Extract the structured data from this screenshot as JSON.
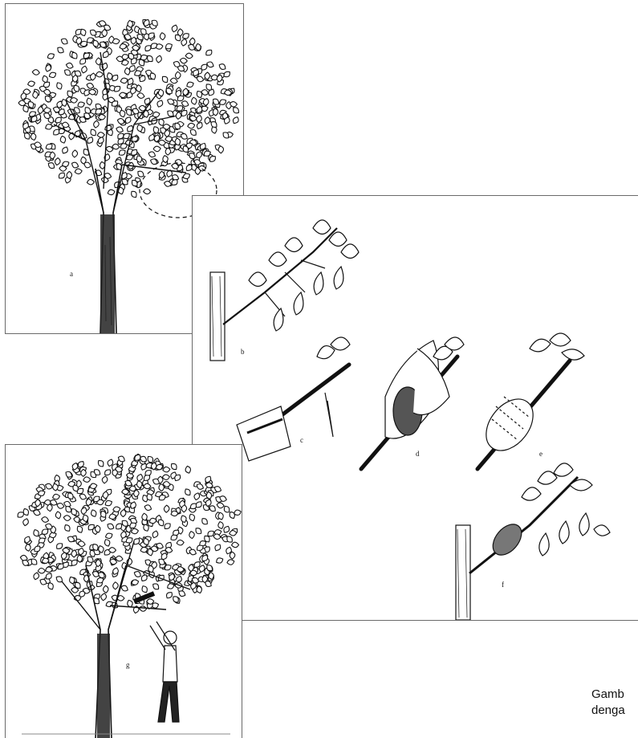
{
  "figure": {
    "labels": {
      "a": "a",
      "b": "b",
      "c": "c",
      "d": "d",
      "e": "e",
      "f": "f",
      "g": "g"
    },
    "caption_line1": "Gamb",
    "caption_line2": "denga"
  },
  "colors": {
    "ink": "#111111",
    "border": "#6a6a6a",
    "background": "#ffffff"
  }
}
